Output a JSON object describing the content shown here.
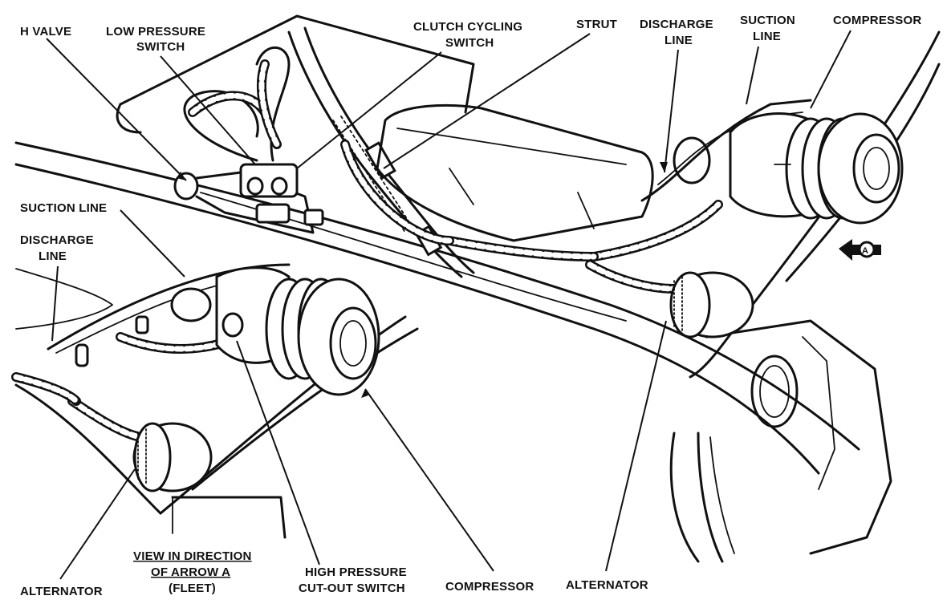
{
  "labels": {
    "h_valve": "H VALVE",
    "low_pressure_switch_1": "LOW PRESSURE",
    "low_pressure_switch_2": "SWITCH",
    "clutch_cycling_1": "CLUTCH CYCLING",
    "clutch_cycling_2": "SWITCH",
    "strut": "STRUT",
    "discharge_line_top_1": "DISCHARGE",
    "discharge_line_top_2": "LINE",
    "suction_line_top_1": "SUCTION",
    "suction_line_top_2": "LINE",
    "compressor_top": "COMPRESSOR",
    "suction_line_left": "SUCTION LINE",
    "discharge_line_left_1": "DISCHARGE",
    "discharge_line_left_2": "LINE",
    "arrow_marker": "A",
    "view_direction_1": "VIEW IN DIRECTION",
    "view_direction_2": "OF ARROW A",
    "view_direction_3": "(FLEET)",
    "alternator_left": "ALTERNATOR",
    "high_pressure_1": "HIGH PRESSURE",
    "high_pressure_2": "CUT-OUT SWITCH",
    "compressor_bottom": "COMPRESSOR",
    "alternator_right": "ALTERNATOR"
  }
}
